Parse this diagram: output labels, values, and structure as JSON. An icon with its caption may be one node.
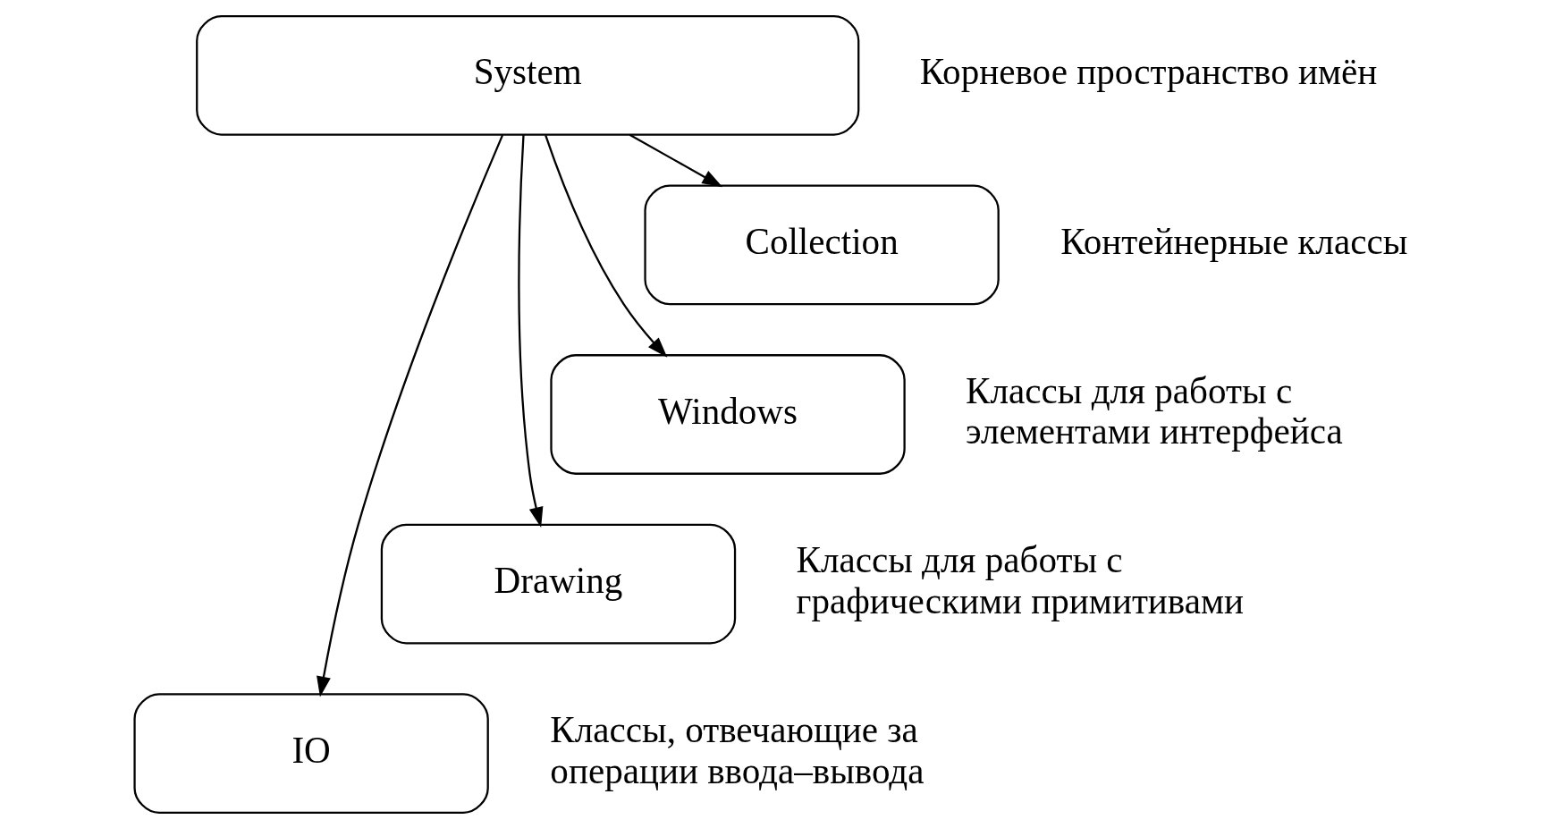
{
  "diagram": {
    "nodes": [
      {
        "text": [
          "System"
        ],
        "beside": [
          "Корневое пространство имён"
        ]
      },
      {
        "text": [
          "Collection"
        ],
        "beside": [
          "Контейнерные классы"
        ]
      },
      {
        "text": [
          "Windows"
        ],
        "beside": [
          "Классы для работы с элементами интерфейса"
        ]
      },
      {
        "text": [
          "Drawing"
        ],
        "beside": [
          "Классы для работы с графическими примитивами"
        ]
      },
      {
        "text": [
          "IO"
        ],
        "beside": [
          "Классы, отвечающие за операции ввода–вывода"
        ]
      }
    ],
    "edges": [
      {
        "from": 0,
        "to": 4,
        "arrow": "to"
      },
      {
        "from": 0,
        "to": 3,
        "arrow": "to"
      },
      {
        "from": 0,
        "to": 2,
        "arrow": "to"
      },
      {
        "from": 0,
        "to": 1,
        "arrow": "to"
      }
    ]
  }
}
